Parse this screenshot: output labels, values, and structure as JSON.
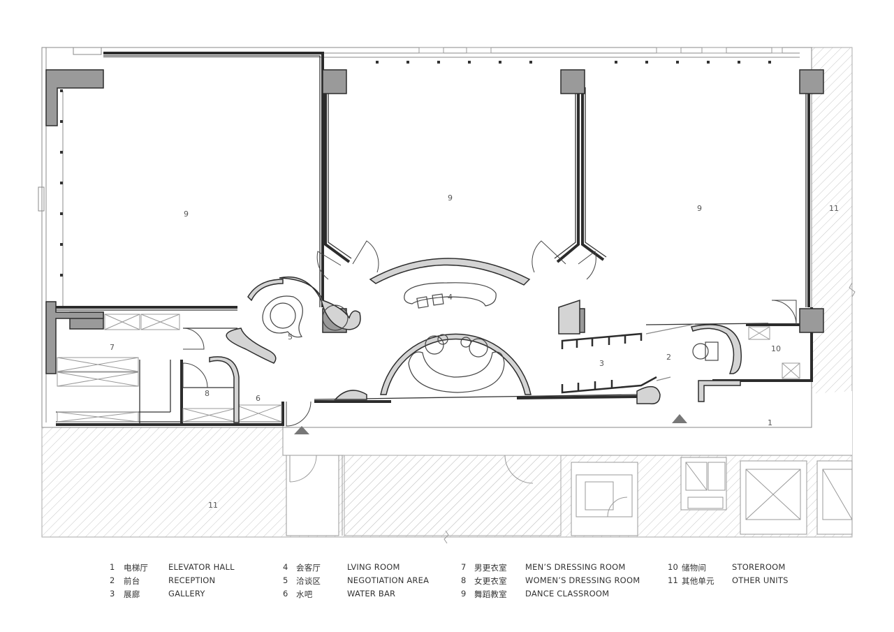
{
  "rooms": {
    "r1": "1",
    "r2": "2",
    "r3": "3",
    "r4": "4",
    "r5": "5",
    "r6": "6",
    "r7": "7",
    "r8": "8",
    "r9a": "9",
    "r9b": "9",
    "r9c": "9",
    "r10": "10",
    "r11a": "11",
    "r11b": "11"
  },
  "legend": [
    {
      "num": "1",
      "cn": "电梯厅",
      "en": "ELEVATOR HALL"
    },
    {
      "num": "2",
      "cn": "前台",
      "en": "RECEPTION"
    },
    {
      "num": "3",
      "cn": "展廊",
      "en": "GALLERY"
    },
    {
      "num": "4",
      "cn": "会客厅",
      "en": "LVING ROOM"
    },
    {
      "num": "5",
      "cn": "洽谈区",
      "en": "NEGOTIATION AREA"
    },
    {
      "num": "6",
      "cn": "水吧",
      "en": "WATER BAR"
    },
    {
      "num": "7",
      "cn": "男更衣室",
      "en": "MEN’S DRESSING ROOM"
    },
    {
      "num": "8",
      "cn": "女更衣室",
      "en": "WOMEN’S DRESSING ROOM"
    },
    {
      "num": "9",
      "cn": "舞蹈教室",
      "en": "DANCE CLASSROOM"
    },
    {
      "num": "10",
      "cn": "储物间",
      "en": "STOREROOM"
    },
    {
      "num": "11",
      "cn": "其他单元",
      "en": "OTHER UNITS"
    }
  ],
  "colors": {
    "wall": "#333333",
    "column": "#9a9a9a",
    "hatch": "#c8c8c8",
    "fill_grey": "#d4d4d4"
  }
}
